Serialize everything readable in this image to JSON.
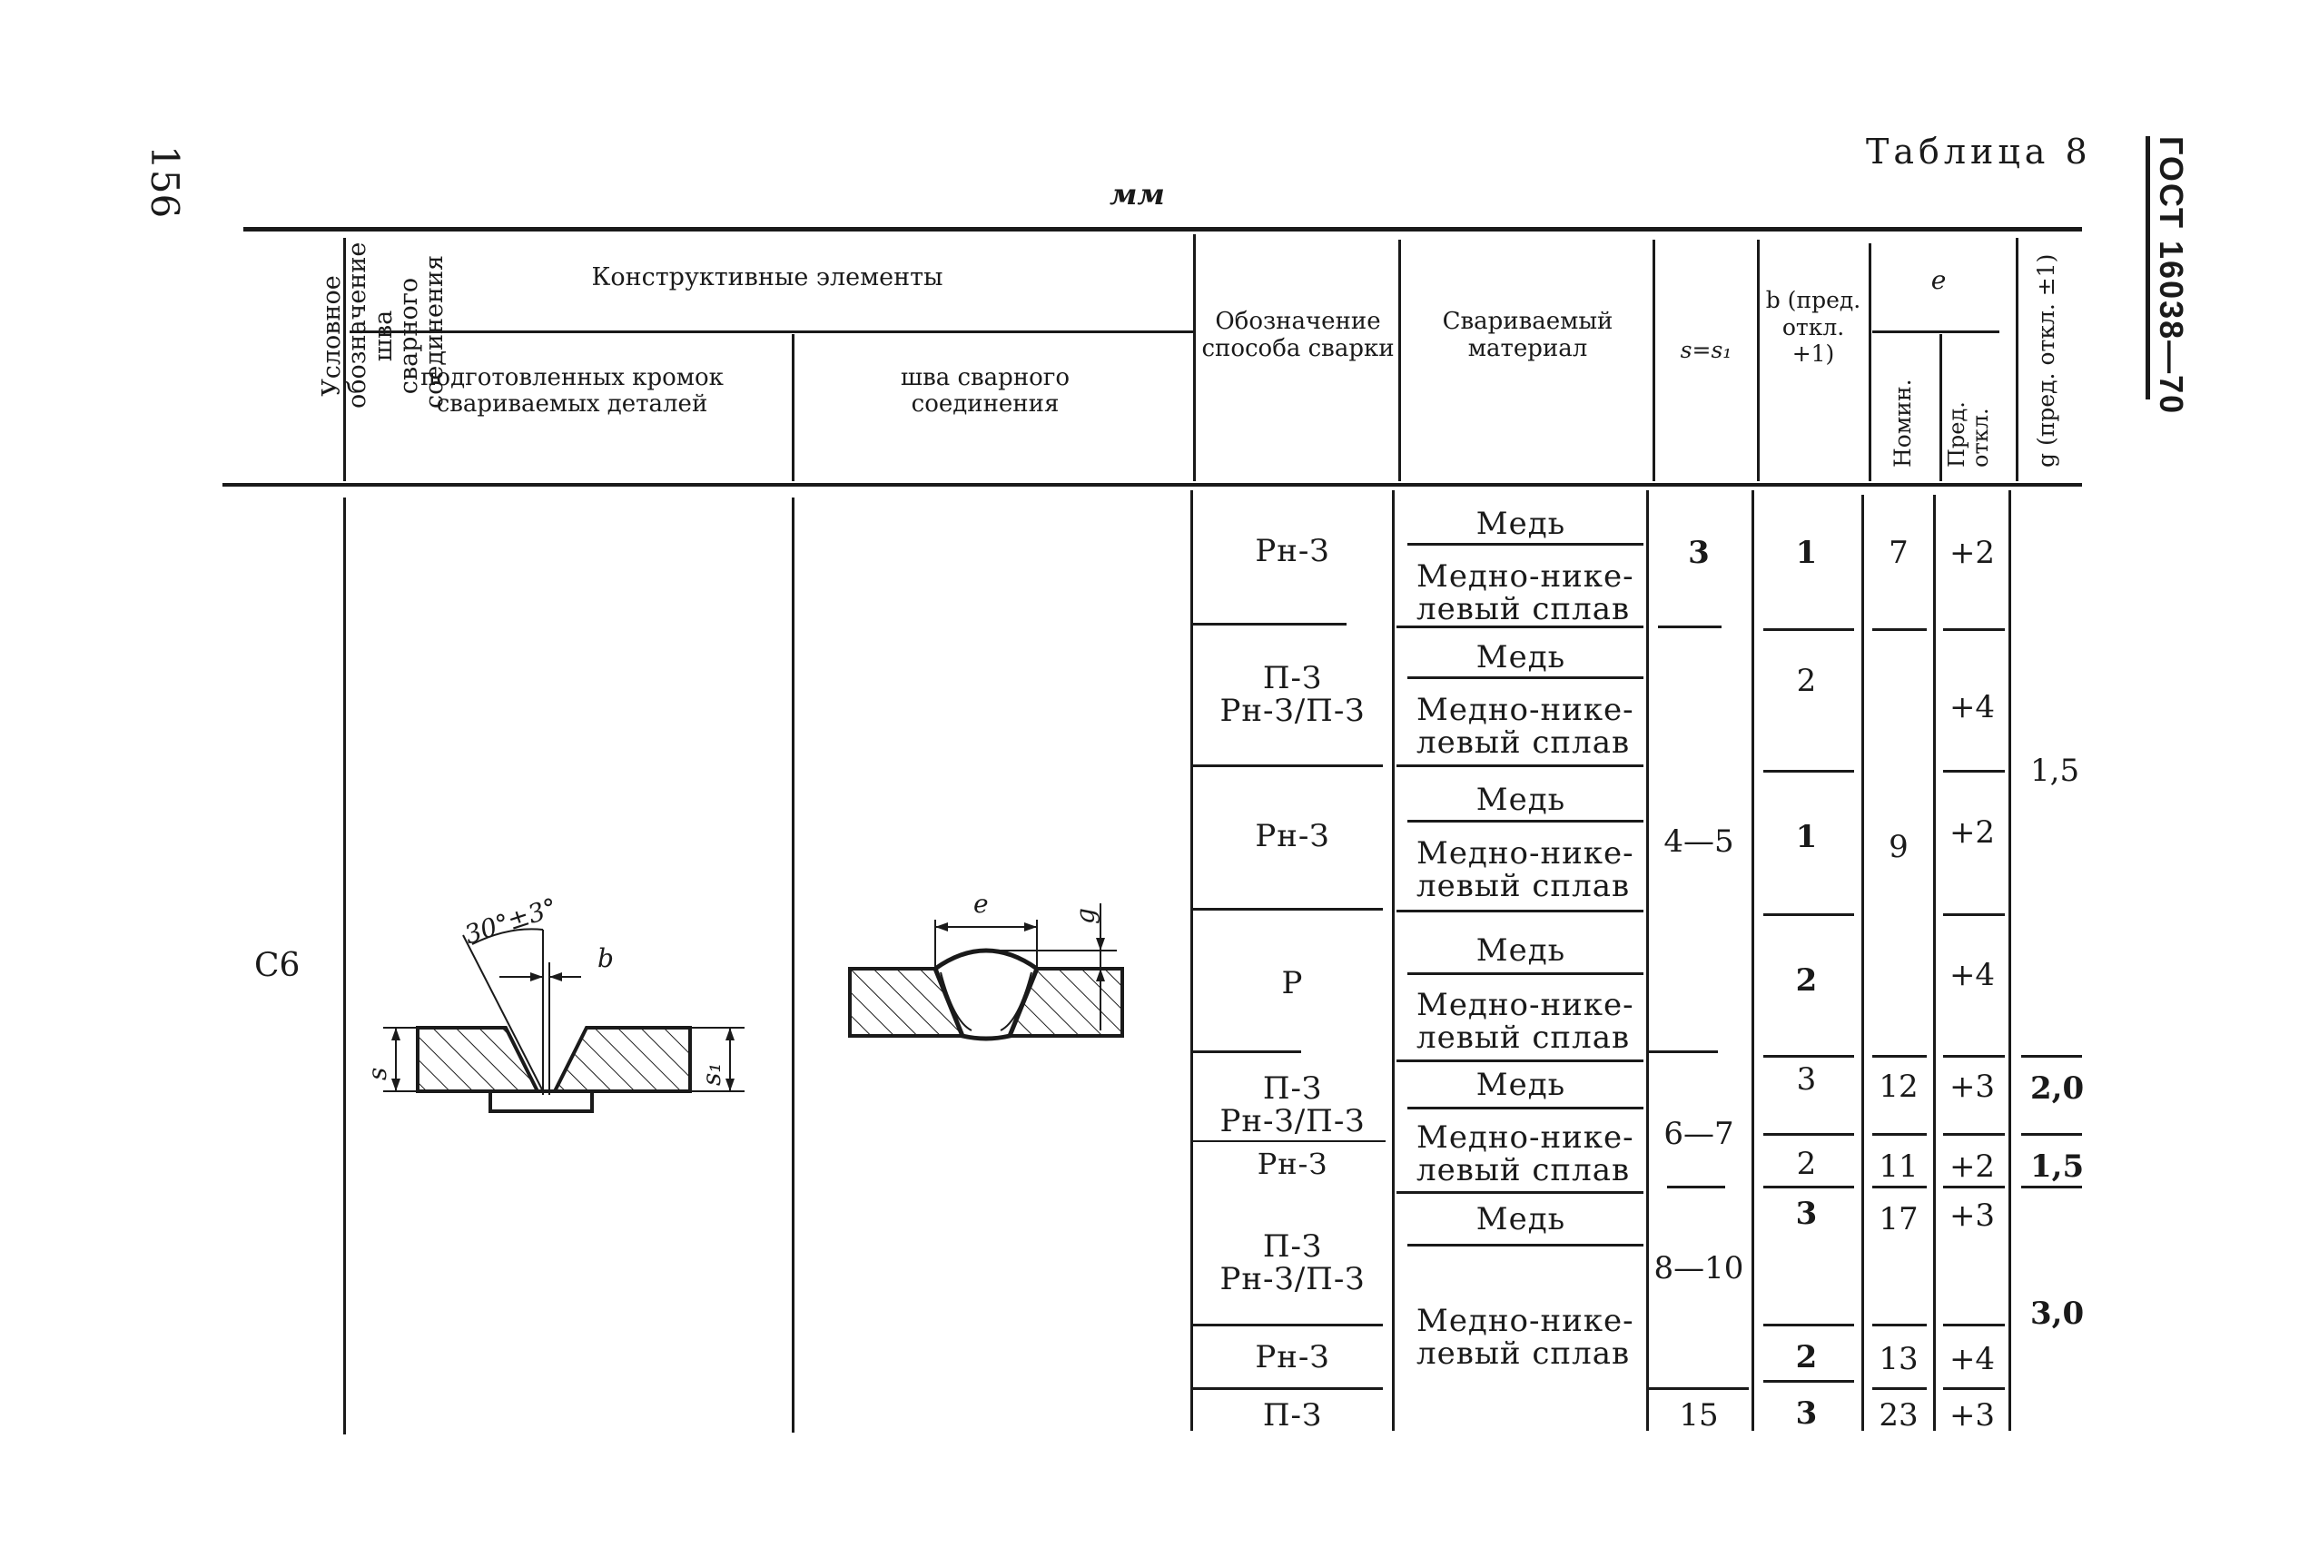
{
  "page_number": "156",
  "gost": "ГОСТ 16038—70",
  "table_title": "Таблица 8",
  "units": "мм",
  "headers": {
    "col1": "Условное обозначение шва сварного соединения",
    "constructive": "Конструктивные элементы",
    "prepared_edges": "подготовленных кромок свариваемых деталей",
    "weld_seam": "шва сварного соединения",
    "method": "Обозначение способа сварки",
    "material": "Свариваемый материал",
    "s": "s=s₁",
    "b": "b (пред. откл. +1)",
    "e": "e",
    "e_nom": "Номин.",
    "e_dev": "Пред. откл.",
    "g": "g (пред. откл. ±1)"
  },
  "row_label": "С6",
  "drawing_labels": {
    "angle": "30°±3°",
    "b": "b",
    "s": "s",
    "s1": "s₁",
    "e": "e",
    "g": "g"
  },
  "methods": [
    "Рн-З",
    "П-З",
    "Рн-З/П-З",
    "Рн-З",
    "Р",
    "П-З",
    "Рн-З/П-З",
    "Рн-З",
    "П-З",
    "Рн-З/П-З",
    "Рн-З",
    "П-З"
  ],
  "materials": {
    "copper": "Медь",
    "alloy_1": "Медно-нике-",
    "alloy_2": "левый сплав"
  },
  "s_values": [
    "3",
    "4—5",
    "6—7",
    "8—10",
    "15"
  ],
  "b_values": [
    "1",
    "2",
    "1",
    "2",
    "3",
    "2",
    "3",
    "2",
    "3"
  ],
  "e_nom_values": [
    "7",
    "9",
    "12",
    "11",
    "17",
    "13",
    "23"
  ],
  "e_dev_values": [
    "+2",
    "+4",
    "+2",
    "+4",
    "+3",
    "+2",
    "+3",
    "+4",
    "+3"
  ],
  "g_values": [
    "1,5",
    "2,0",
    "1,5",
    "3,0"
  ]
}
